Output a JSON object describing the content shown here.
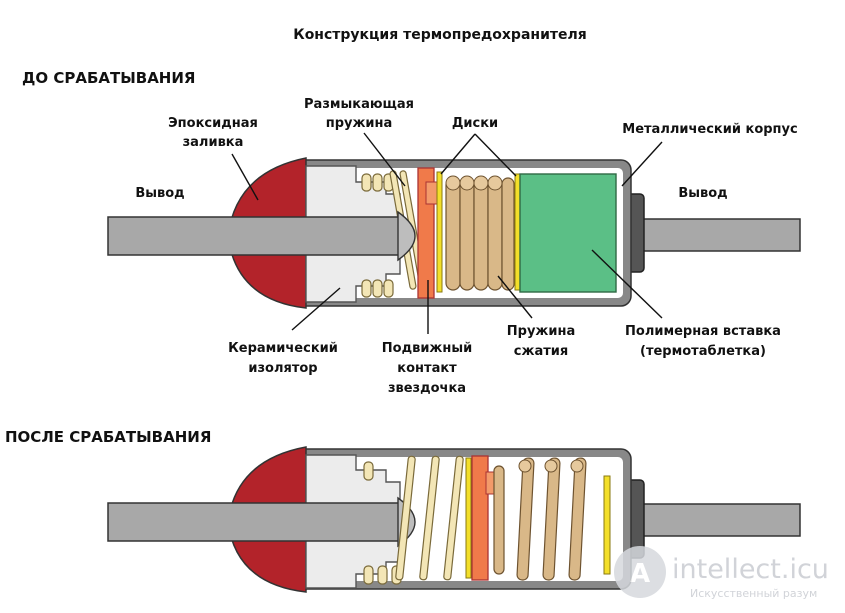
{
  "title": "Конструкция термопредохранителя",
  "sections": {
    "before": "ДО СРАБАТЫВАНИЯ",
    "after": "ПОСЛЕ СРАБАТЫВАНИЯ"
  },
  "labels": {
    "epoxy_line1": "Эпоксидная",
    "epoxy_line2": "заливка",
    "opening_spring_line1": "Размыкающая",
    "opening_spring_line2": "пружина",
    "discs": "Диски",
    "metal_case": "Металлический корпус",
    "lead_left": "Вывод",
    "lead_right": "Вывод",
    "ceramic_line1": "Керамический",
    "ceramic_line2": "изолятор",
    "movable_line1": "Подвижный",
    "movable_line2": "контакт",
    "movable_line3": "звездочка",
    "compression_line1": "Пружина",
    "compression_line2": "сжатия",
    "polymer_line1": "Полимерная вставка",
    "polymer_line2": "(термотаблетка)"
  },
  "watermark": {
    "brand": "intellect.icu",
    "tagline": "Искусственный разум",
    "logo_letter": "A"
  },
  "colors": {
    "epoxy": "#b3232a",
    "lead": "#a8a8a8",
    "ceramic": "#ececec",
    "pellet": "#5bbf86",
    "contact": "#f07a4a",
    "disc": "#f3df2a",
    "case": "#777777"
  }
}
